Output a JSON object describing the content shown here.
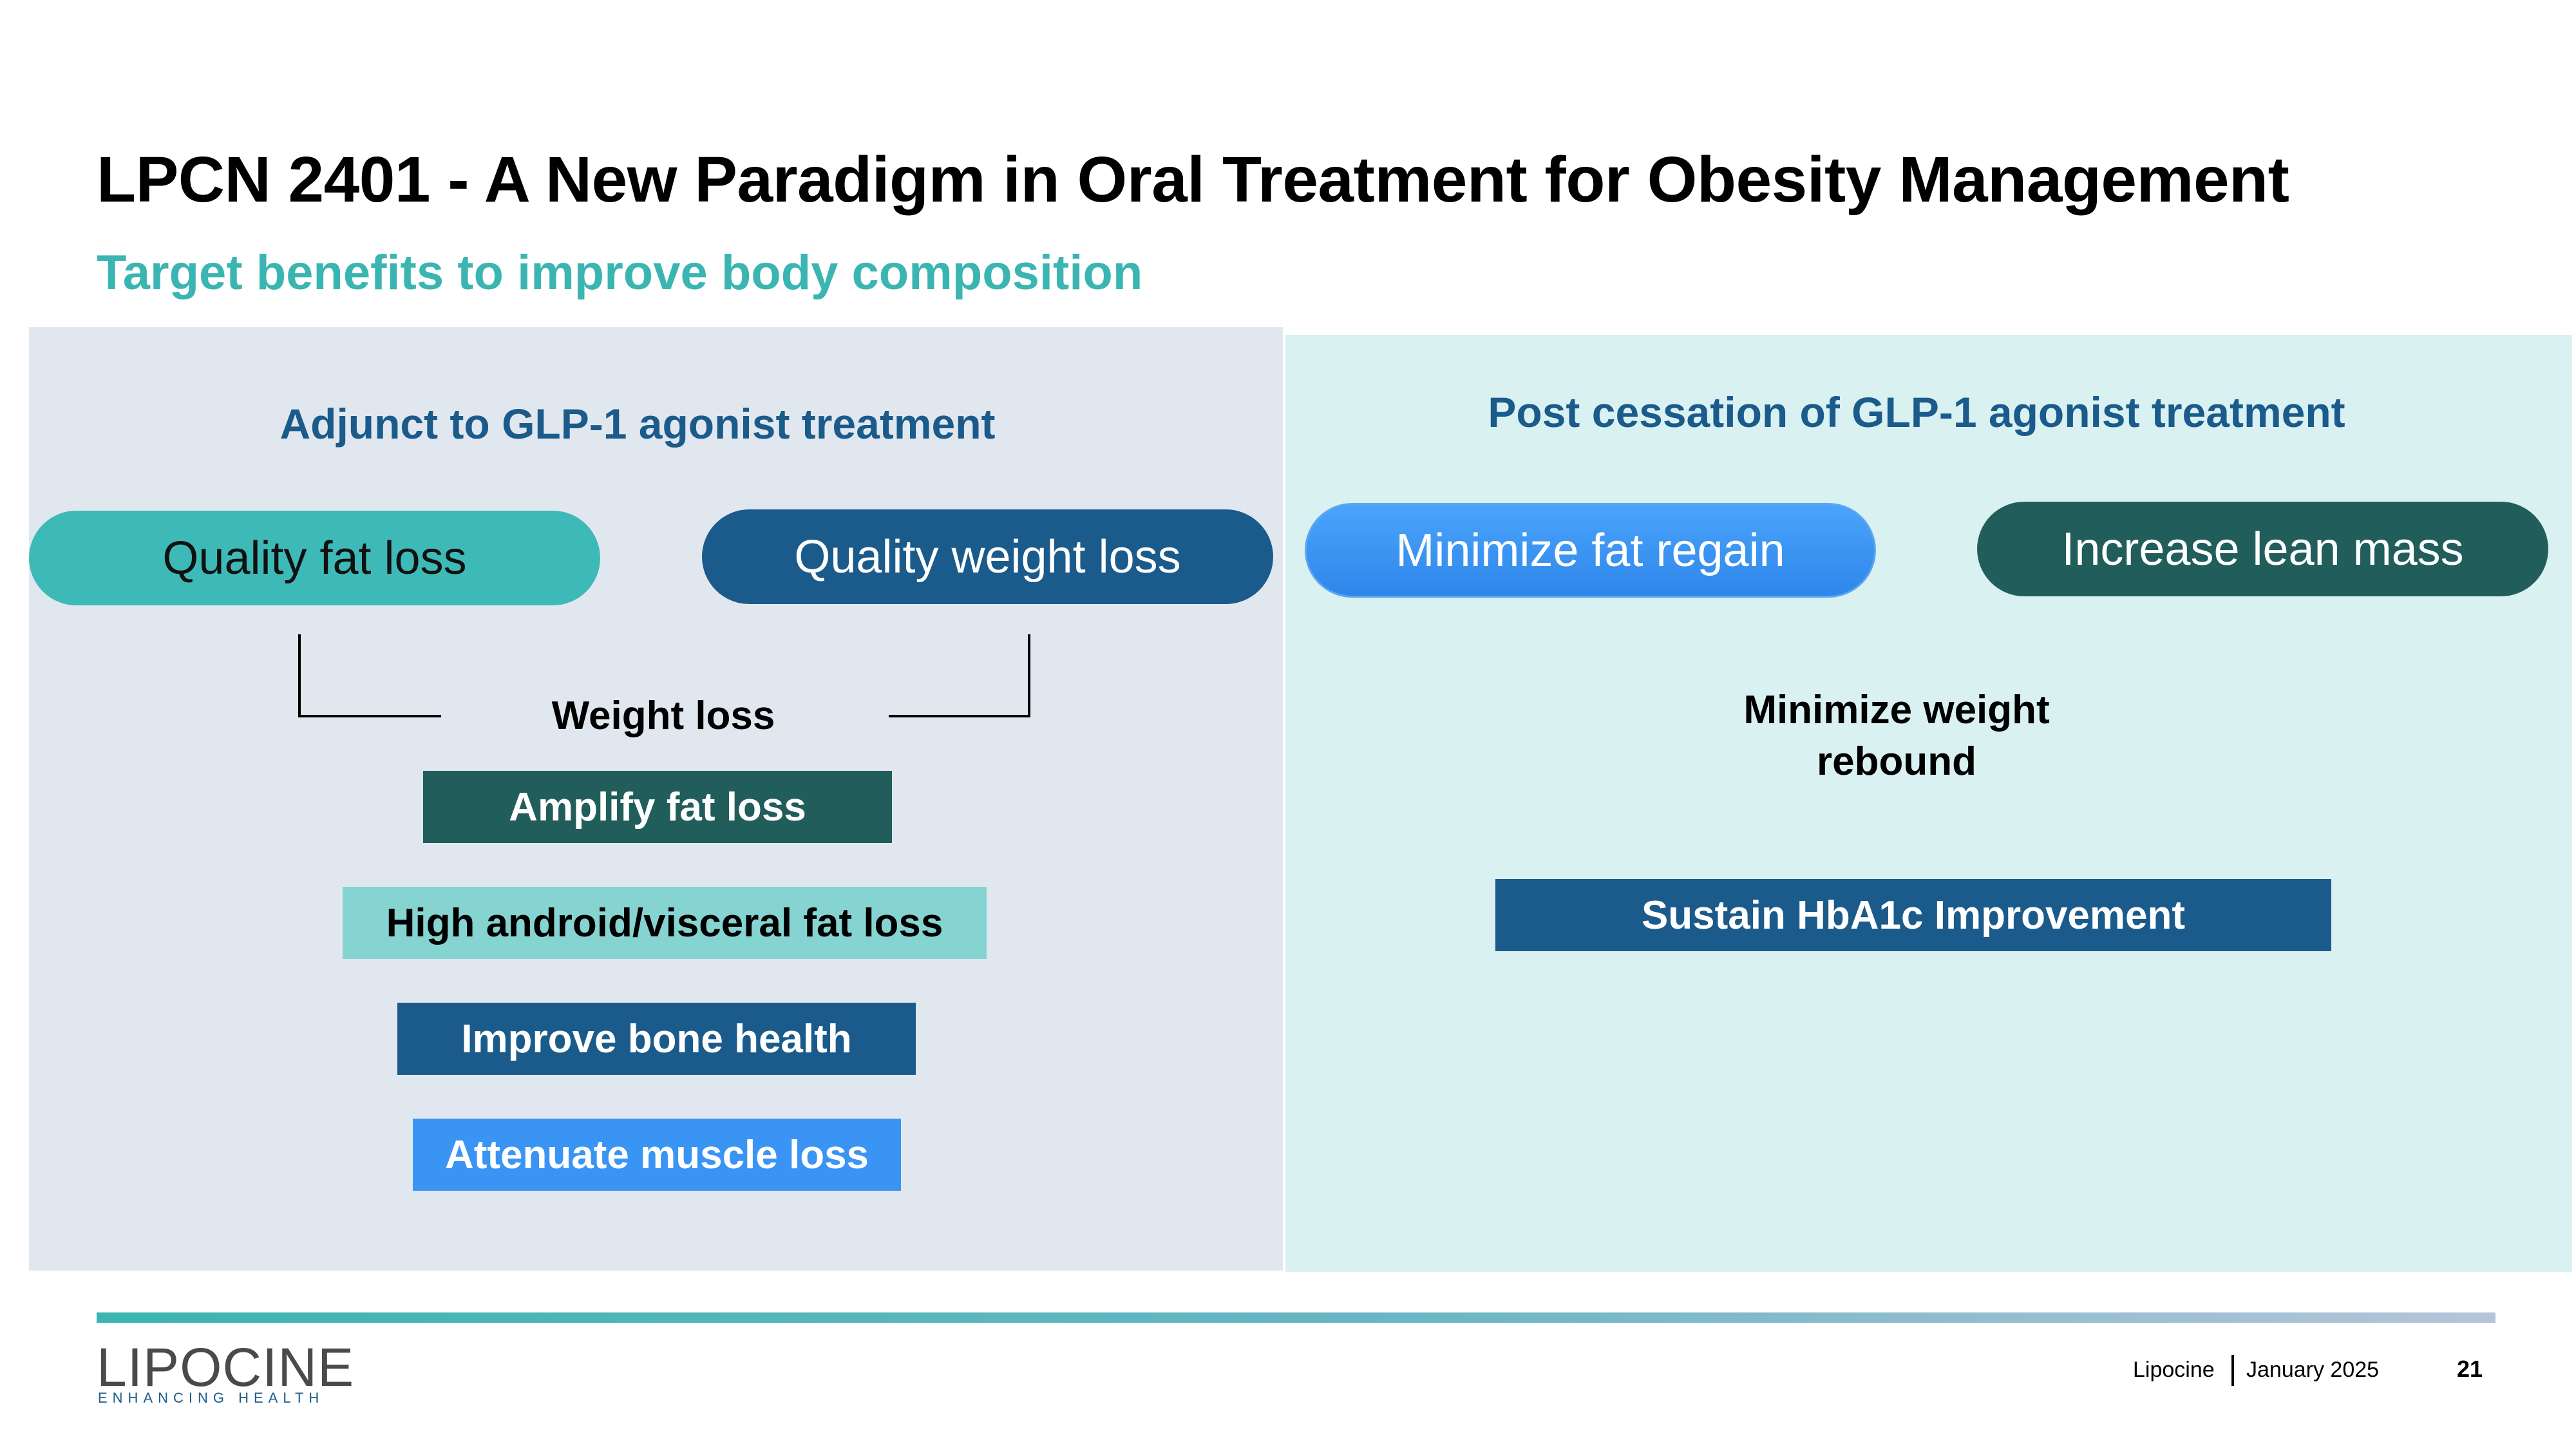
{
  "slide": {
    "title": "LPCN 2401 - A New Paradigm in Oral Treatment for Obesity Management",
    "subtitle": "Target benefits to improve body composition"
  },
  "left_panel": {
    "heading": "Adjunct to GLP-1 agonist treatment",
    "pill_1": "Quality fat loss",
    "pill_2": "Quality weight loss",
    "center_label": "Weight loss",
    "boxes": [
      "Amplify fat loss",
      "High android/visceral fat loss",
      "Improve bone health",
      "Attenuate muscle loss"
    ]
  },
  "right_panel": {
    "heading": "Post cessation of GLP-1 agonist treatment",
    "pill_1": "Minimize fat regain",
    "pill_2": "Increase lean mass",
    "center_label_line1": "Minimize weight",
    "center_label_line2": "rebound",
    "box": "Sustain HbA1c Improvement"
  },
  "colors": {
    "teal": "#3bb5b1",
    "navy": "#1b5b8b",
    "dark_green": "#215e5b",
    "light_teal": "#86d4d2",
    "bright_blue": "#3a94f4"
  },
  "footer": {
    "logo": "LIPOCINE",
    "logo_tagline": "ENHANCING HEALTH",
    "company": "Lipocine",
    "date": "January 2025",
    "page_number": "21"
  }
}
